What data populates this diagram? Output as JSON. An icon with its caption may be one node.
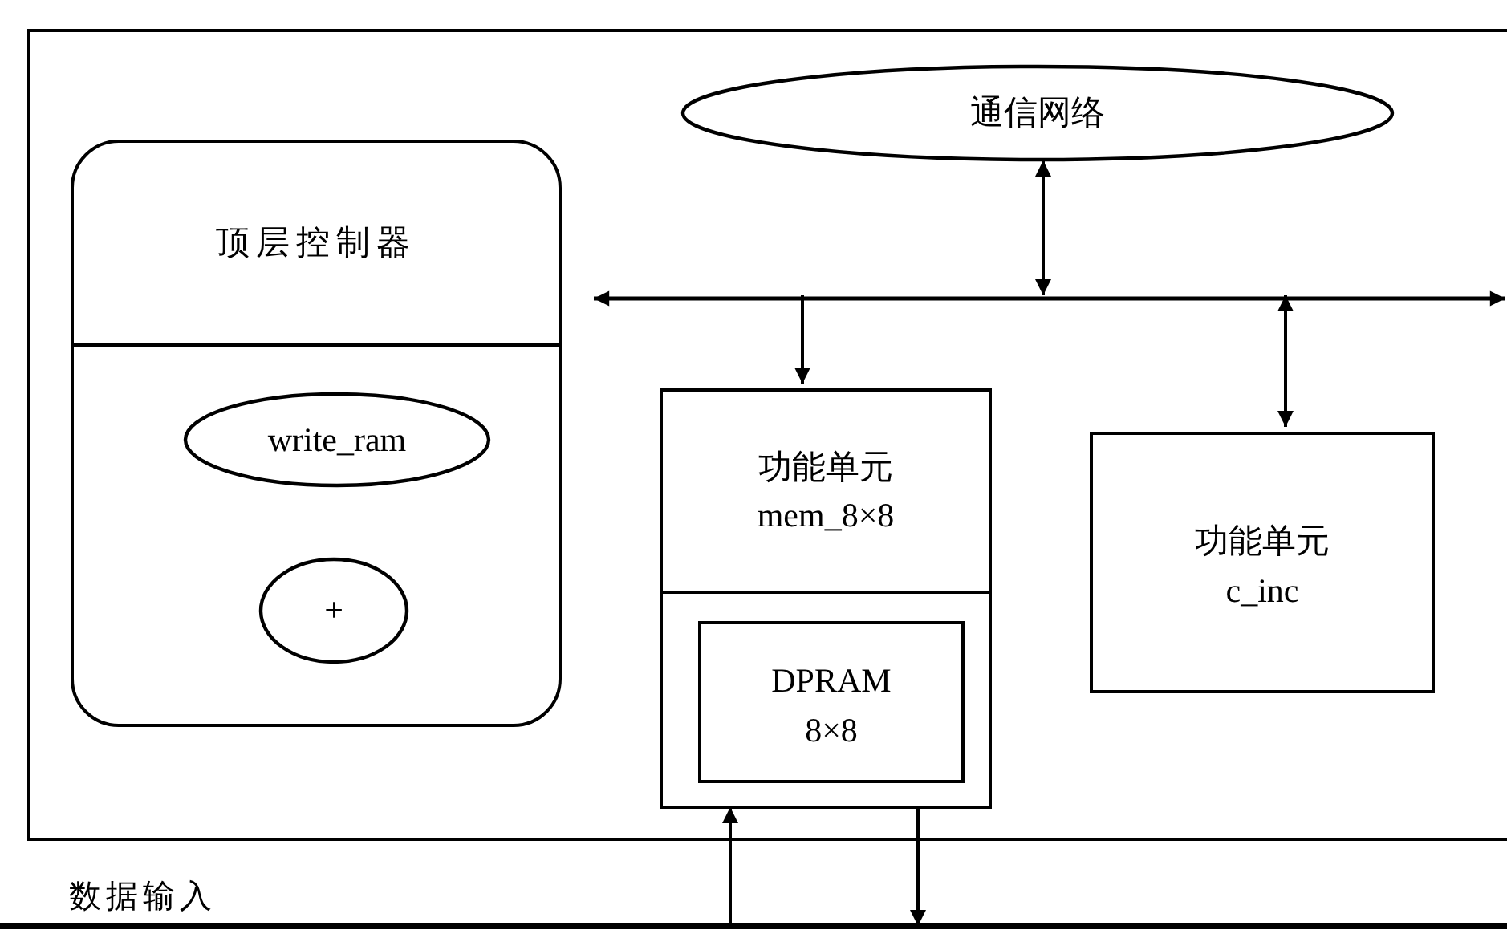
{
  "diagram": {
    "nodes": [
      {
        "text": [],
        "shape": "box"
      },
      {
        "text": [
          "顶层控制器"
        ],
        "in": 0
      },
      {
        "text": [
          "write_ram"
        ],
        "in": 1
      },
      {
        "text": [
          "+"
        ],
        "in": 1
      },
      {
        "text": [
          "通信网络"
        ],
        "in": 0
      },
      {
        "text": [],
        "shape": "bar",
        "in": 0
      },
      {
        "text": [
          "功能单元 mem_8×8"
        ],
        "in": 0
      },
      {
        "text": [
          "DPRAM 8×8"
        ],
        "in": 6
      },
      {
        "text": [
          "功能单元 c_inc"
        ],
        "in": 0
      },
      {
        "text": [],
        "shape": "bar",
        "beside": [
          "数据输入"
        ]
      }
    ],
    "edges": [
      {
        "from": 4,
        "to": 5,
        "arrow": "both"
      },
      {
        "from": 5,
        "to": 6,
        "arrow": "to"
      },
      {
        "from": 5,
        "to": 8,
        "arrow": "both"
      },
      {
        "from": 9,
        "to": 6,
        "arrow": "to"
      },
      {
        "from": 6,
        "to": 9,
        "arrow": "to"
      }
    ]
  }
}
